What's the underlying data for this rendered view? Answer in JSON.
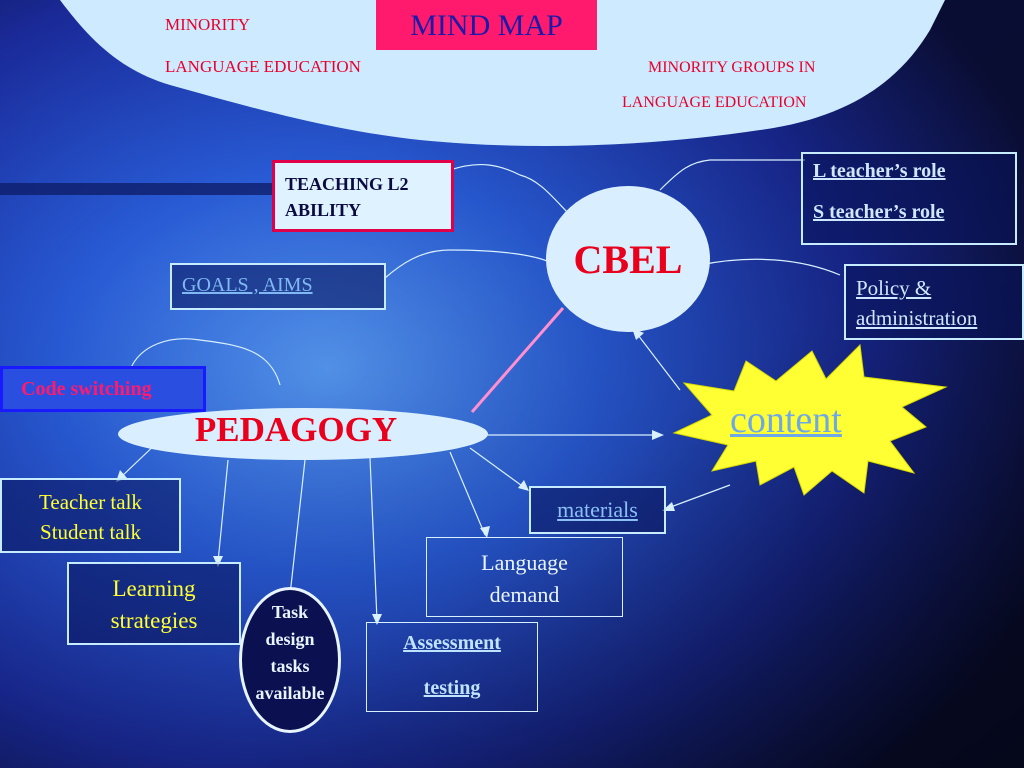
{
  "top": {
    "title": "MIND MAP",
    "left_line1": "MINORITY",
    "left_line2": "LANGUAGE EDUCATION",
    "right_line1": "MINORITY GROUPS IN",
    "right_line2": "LANGUAGE EDUCATION"
  },
  "nodes": {
    "teaching_l2_line1": "TEACHING L2",
    "teaching_l2_line2": "ABILITY",
    "cbel": "CBEL",
    "l_teacher_role": "L teacher’s role",
    "s_teacher_role": "S teacher’s role",
    "goals_aims": "GOALS , AIMS",
    "policy_line1": "Policy &",
    "policy_line2": "administration",
    "code_switching": "Code switching",
    "pedagogy": "PEDAGOGY",
    "content": "content",
    "teacher_talk": "Teacher talk",
    "student_talk": "Student talk",
    "materials": "materials",
    "language_demand_line1": "Language",
    "language_demand_line2": "demand",
    "learning_line1": "Learning",
    "learning_line2": "strategies",
    "task_line1": "Task",
    "task_line2": "design",
    "task_line3": "tasks",
    "task_line4": "available",
    "assessment": "Assessment",
    "testing": "testing"
  },
  "colors": {
    "top_text": "#e8002a",
    "title_bg": "#ff1a6e",
    "title_text": "#1a1aa8",
    "cbel_text": "#e8001c",
    "pedagogy_text": "#e8001c",
    "star_fill": "#ffff33",
    "code_switch_text": "#ff1a6e",
    "yellow_text": "#ffff33"
  }
}
